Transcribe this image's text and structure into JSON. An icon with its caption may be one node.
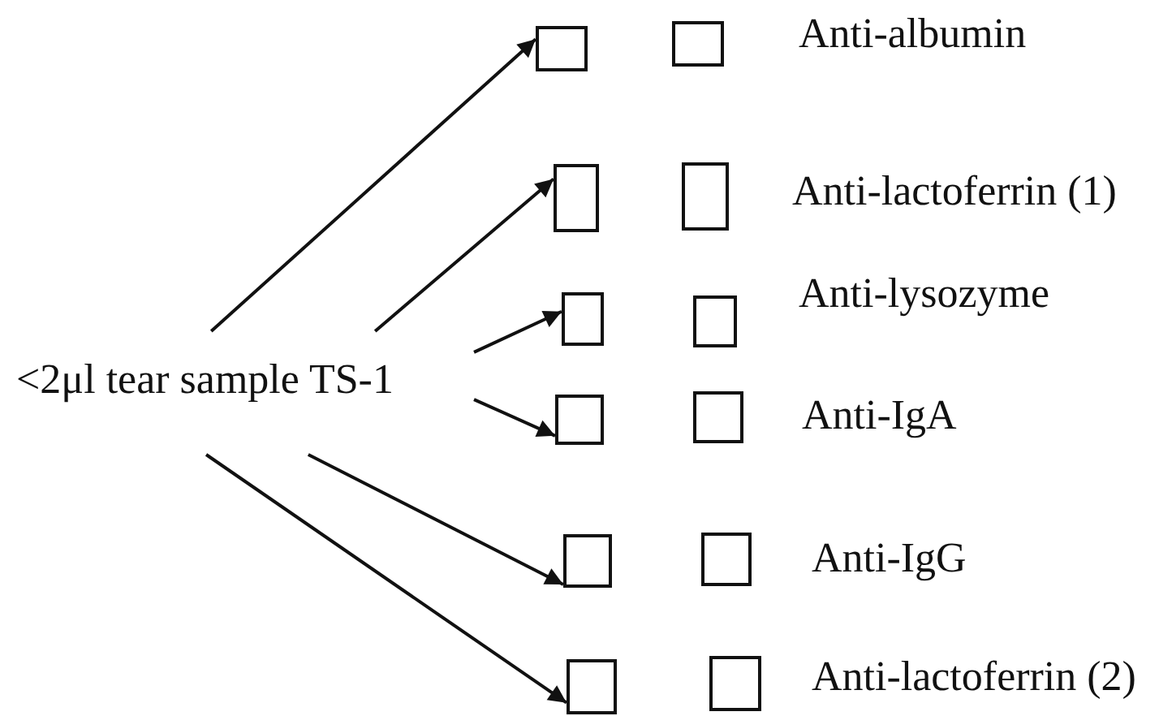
{
  "diagram": {
    "nodes": [
      {
        "text": [
          "<2μl tear sample TS-1"
        ]
      },
      {
        "text": [],
        "shape": "box"
      },
      {
        "text": [],
        "shape": "box",
        "beside": [
          "Anti-albumin"
        ]
      },
      {
        "text": [],
        "shape": "box"
      },
      {
        "text": [],
        "shape": "box",
        "beside": [
          "Anti-lactoferrin (1)"
        ]
      },
      {
        "text": [],
        "shape": "box"
      },
      {
        "text": [],
        "shape": "box",
        "beside": [
          "Anti-lysozyme"
        ]
      },
      {
        "text": [],
        "shape": "box"
      },
      {
        "text": [],
        "shape": "box",
        "beside": [
          "Anti-IgA"
        ]
      },
      {
        "text": [],
        "shape": "box"
      },
      {
        "text": [],
        "shape": "box",
        "beside": [
          "Anti-IgG"
        ]
      },
      {
        "text": [],
        "shape": "box"
      },
      {
        "text": [],
        "shape": "box",
        "beside": [
          "Anti-lactoferrin (2)"
        ]
      }
    ],
    "edges": [
      {
        "from": 0,
        "to": 1,
        "arrow": "to"
      },
      {
        "from": 0,
        "to": 3,
        "arrow": "to"
      },
      {
        "from": 0,
        "to": 5,
        "arrow": "to"
      },
      {
        "from": 0,
        "to": 7,
        "arrow": "to"
      },
      {
        "from": 0,
        "to": 9,
        "arrow": "to"
      },
      {
        "from": 0,
        "to": 11,
        "arrow": "to"
      }
    ]
  }
}
